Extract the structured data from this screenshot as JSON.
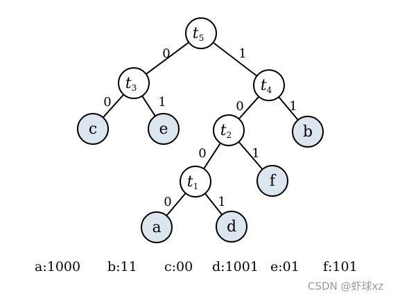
{
  "tree": {
    "nodes": [
      {
        "id": "t5",
        "label": "t",
        "sub": "5",
        "kind": "internal"
      },
      {
        "id": "t3",
        "label": "t",
        "sub": "3",
        "kind": "internal"
      },
      {
        "id": "t4",
        "label": "t",
        "sub": "4",
        "kind": "internal"
      },
      {
        "id": "c",
        "label": "c",
        "sub": "",
        "kind": "leaf"
      },
      {
        "id": "e",
        "label": "e",
        "sub": "",
        "kind": "leaf"
      },
      {
        "id": "t2",
        "label": "t",
        "sub": "2",
        "kind": "internal"
      },
      {
        "id": "b",
        "label": "b",
        "sub": "",
        "kind": "leaf"
      },
      {
        "id": "t1",
        "label": "t",
        "sub": "1",
        "kind": "internal"
      },
      {
        "id": "f",
        "label": "f",
        "sub": "",
        "kind": "leaf"
      },
      {
        "id": "a",
        "label": "a",
        "sub": "",
        "kind": "leaf"
      },
      {
        "id": "d",
        "label": "d",
        "sub": "",
        "kind": "leaf"
      }
    ],
    "edges": [
      {
        "from": "t5",
        "to": "t3",
        "label": "0"
      },
      {
        "from": "t5",
        "to": "t4",
        "label": "1"
      },
      {
        "from": "t3",
        "to": "c",
        "label": "0"
      },
      {
        "from": "t3",
        "to": "e",
        "label": "1"
      },
      {
        "from": "t4",
        "to": "t2",
        "label": "0"
      },
      {
        "from": "t4",
        "to": "b",
        "label": "1"
      },
      {
        "from": "t2",
        "to": "t1",
        "label": "0"
      },
      {
        "from": "t2",
        "to": "f",
        "label": "1"
      },
      {
        "from": "t1",
        "to": "a",
        "label": "0"
      },
      {
        "from": "t1",
        "to": "d",
        "label": "1"
      }
    ]
  },
  "colors": {
    "leaf_fill": "#dce6ef",
    "internal_fill": "#ffffff",
    "stroke": "#000000"
  },
  "codes": [
    {
      "id": "a",
      "text": "a:1000"
    },
    {
      "id": "b",
      "text": "b:11"
    },
    {
      "id": "c",
      "text": "c:00"
    },
    {
      "id": "d",
      "text": "d:1001"
    },
    {
      "id": "e",
      "text": "e:01"
    },
    {
      "id": "f",
      "text": "f:101"
    }
  ],
  "watermark": "CSDN @虾球xz"
}
